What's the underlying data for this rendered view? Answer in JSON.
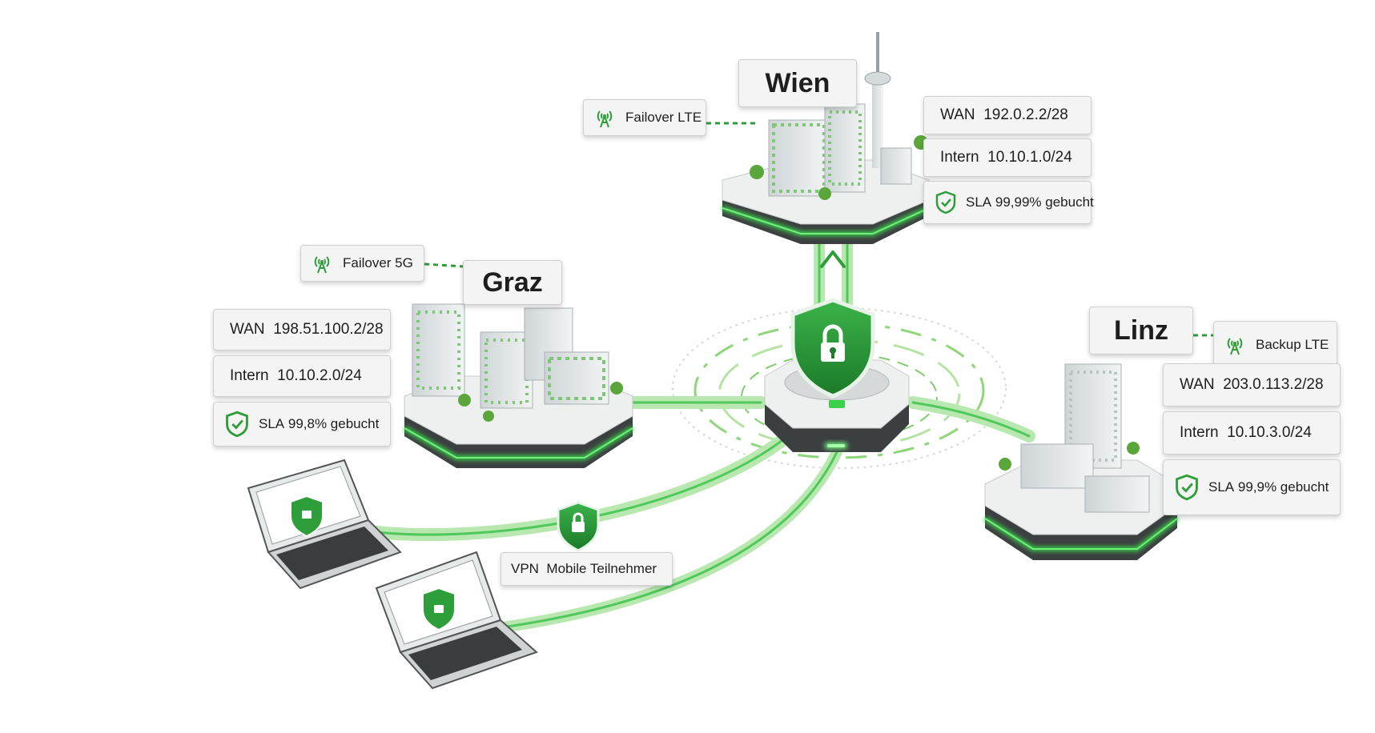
{
  "colors": {
    "accent": "#2e9e3a",
    "glow": "#39d24a",
    "dark_green": "#1f7a2b",
    "card_bg": "#f4f4f4",
    "card_border": "#cfcfcf"
  },
  "sites": {
    "wien": {
      "name": "Wien",
      "failover": "Failover LTE",
      "wan_label": "WAN",
      "wan_value": "192.0.2.2/28",
      "intern_label": "Intern",
      "intern_value": "10.10.1.0/24",
      "sla_label": "SLA",
      "sla_value": "99,99% gebucht"
    },
    "graz": {
      "name": "Graz",
      "failover": "Failover 5G",
      "wan_label": "WAN",
      "wan_value": "198.51.100.2/28",
      "intern_label": "Intern",
      "intern_value": "10.10.2.0/24",
      "sla_label": "SLA",
      "sla_value": "99,8% gebucht"
    },
    "linz": {
      "name": "Linz",
      "failover": "Backup LTE",
      "wan_label": "WAN",
      "wan_value": "203.0.113.2/28",
      "intern_label": "Intern",
      "intern_value": "10.10.3.0/24",
      "sla_label": "SLA",
      "sla_value": "99,9% gebucht"
    }
  },
  "vpn": {
    "label_1": "VPN",
    "label_2": "Mobile Teilnehmer"
  },
  "icons": {
    "hub": "shield-lock-icon",
    "failover": "antenna-icon",
    "sla": "shield-check-icon",
    "vpn": "shield-lock-icon",
    "client": "laptop-icon"
  }
}
